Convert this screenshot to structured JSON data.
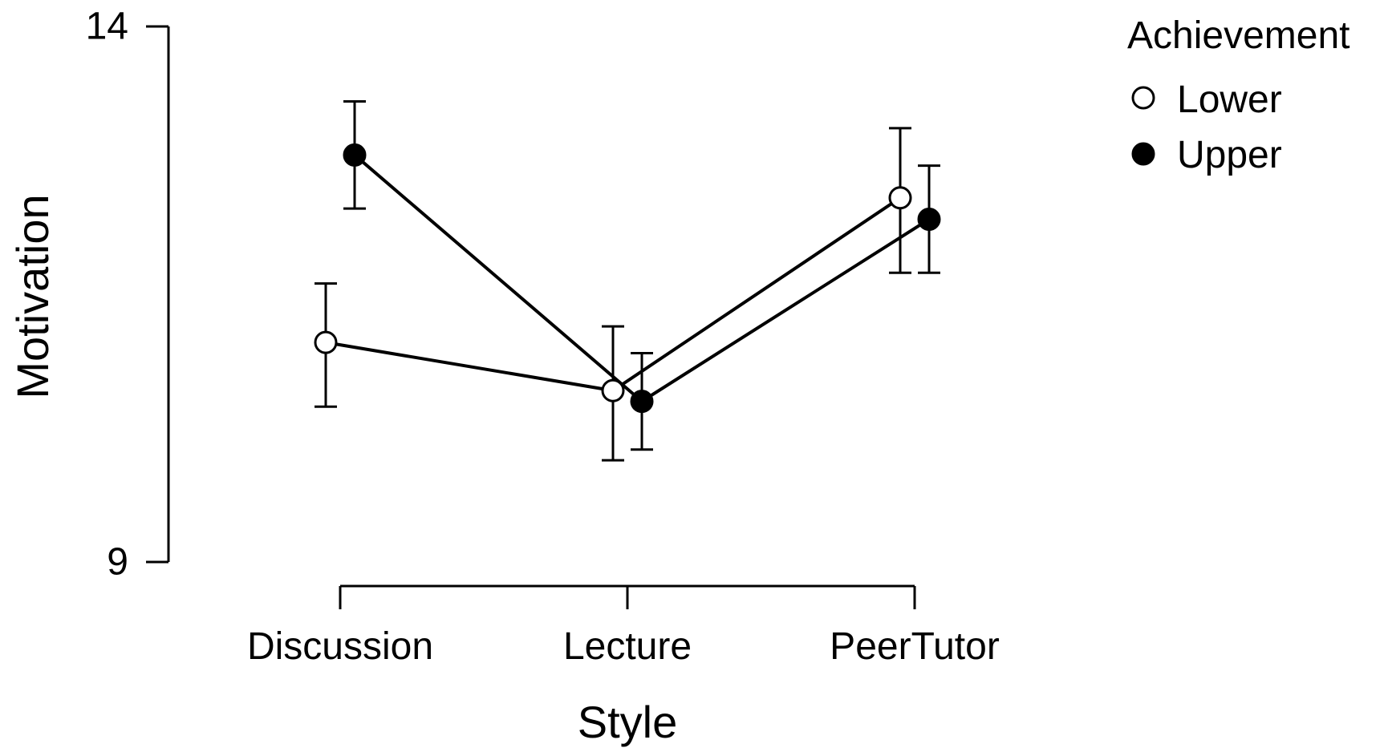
{
  "chart_data": {
    "type": "line",
    "xlabel": "Style",
    "ylabel": "Motivation",
    "categories": [
      "Discussion",
      "Lecture",
      "PeerTutor"
    ],
    "ylim": [
      9,
      14
    ],
    "yticks": [
      "14",
      "9"
    ],
    "legend": {
      "title": "Achievement",
      "placement": "top-right"
    },
    "series": [
      {
        "name": "Lower",
        "marker": "open-circle",
        "values": [
          11.05,
          10.6,
          12.4
        ],
        "error_low": [
          10.45,
          9.95,
          11.7
        ],
        "error_high": [
          11.6,
          11.2,
          13.05
        ]
      },
      {
        "name": "Upper",
        "marker": "filled-circle",
        "values": [
          12.8,
          10.5,
          12.2
        ],
        "error_low": [
          12.3,
          10.05,
          11.7
        ],
        "error_high": [
          13.3,
          10.95,
          12.7
        ]
      }
    ],
    "colors": {
      "line": "#000000",
      "open_fill": "#ffffff",
      "filled_fill": "#000000"
    },
    "grid": false
  }
}
